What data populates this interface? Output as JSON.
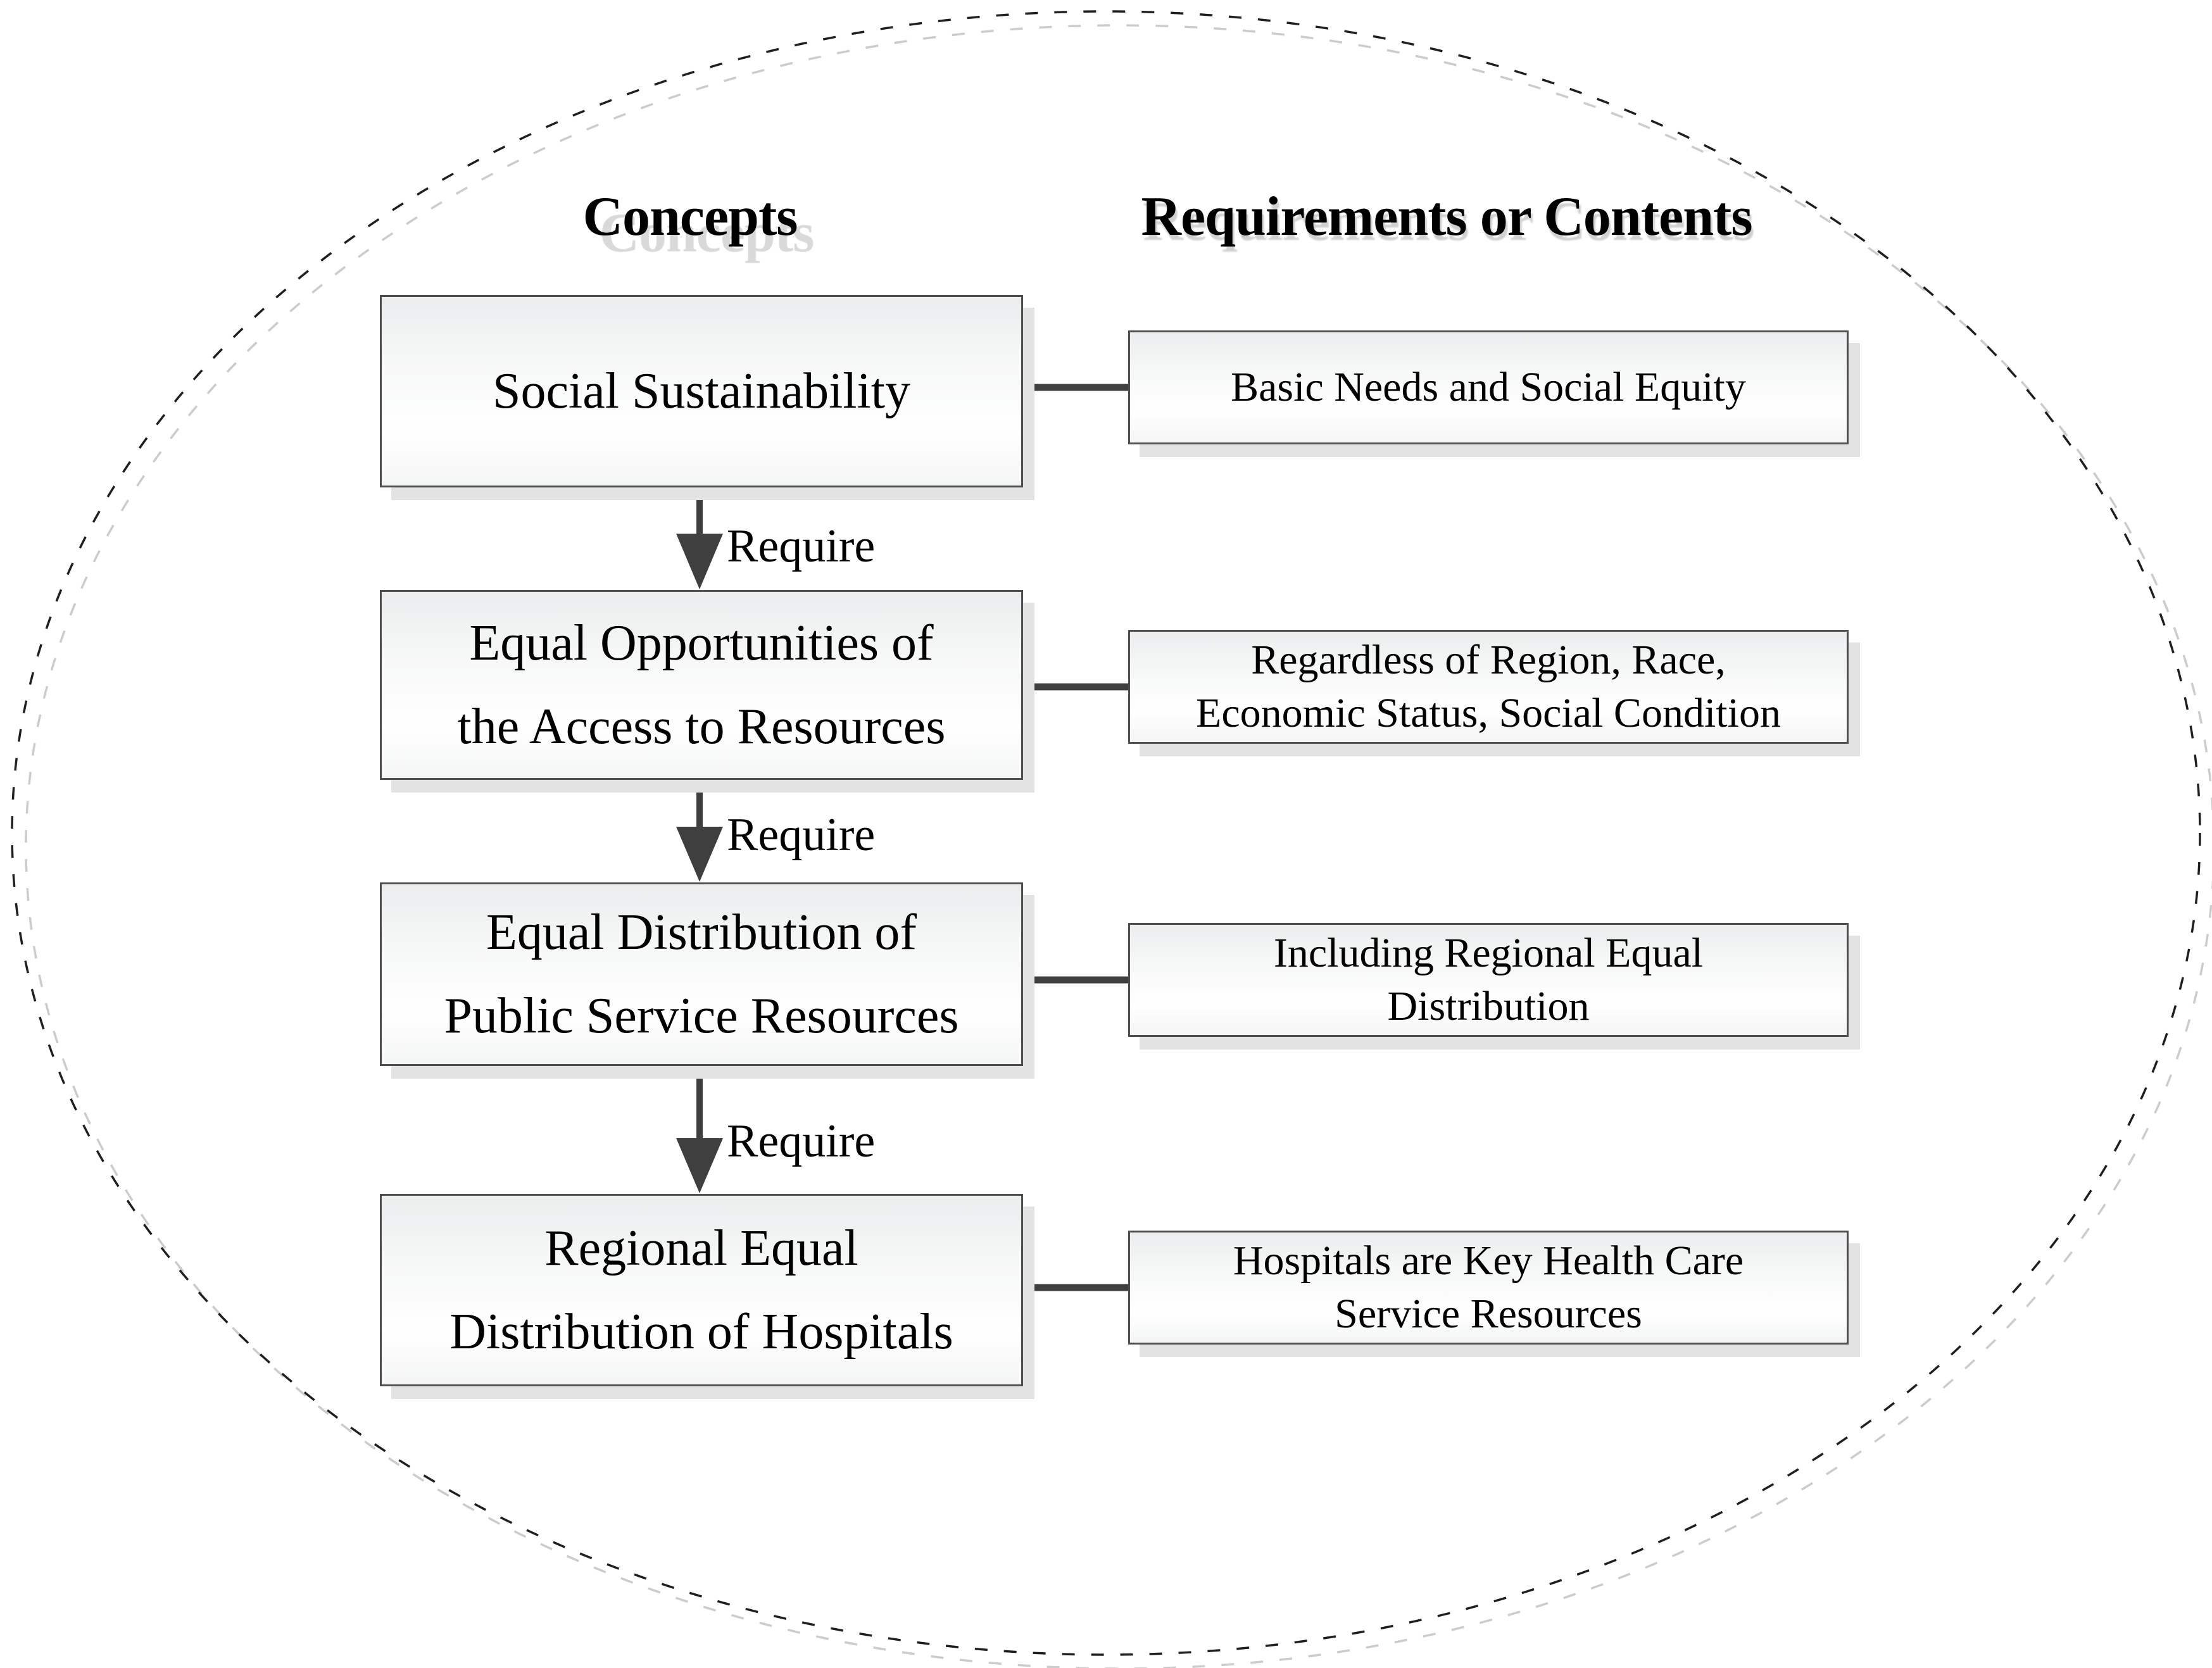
{
  "title_headers": {
    "concepts": "Concepts",
    "requirements": "Requirements or Contents"
  },
  "labels": {
    "require": "Require"
  },
  "rows": [
    {
      "concept": "Social Sustainability",
      "requirement": "Basic Needs and Social Equity"
    },
    {
      "concept": "Equal Opportunities of\nthe Access to Resources",
      "requirement": "Regardless of Region, Race,\nEconomic Status, Social Condition"
    },
    {
      "concept": "Equal Distribution of\nPublic Service Resources",
      "requirement": "Including Regional Equal\nDistribution"
    },
    {
      "concept": "Regional Equal\nDistribution of Hospitals",
      "requirement": "Hospitals are Key Health Care\nService Resources"
    }
  ],
  "colors": {
    "connector_line": "#3f3f3f",
    "arrow": "#3f3f3f",
    "ellipse_stroke": "#1f1f1f",
    "ellipse_shadow": "#cccccc",
    "box_border": "#4f4f4f",
    "box_shadow": "#e3e3e3"
  }
}
